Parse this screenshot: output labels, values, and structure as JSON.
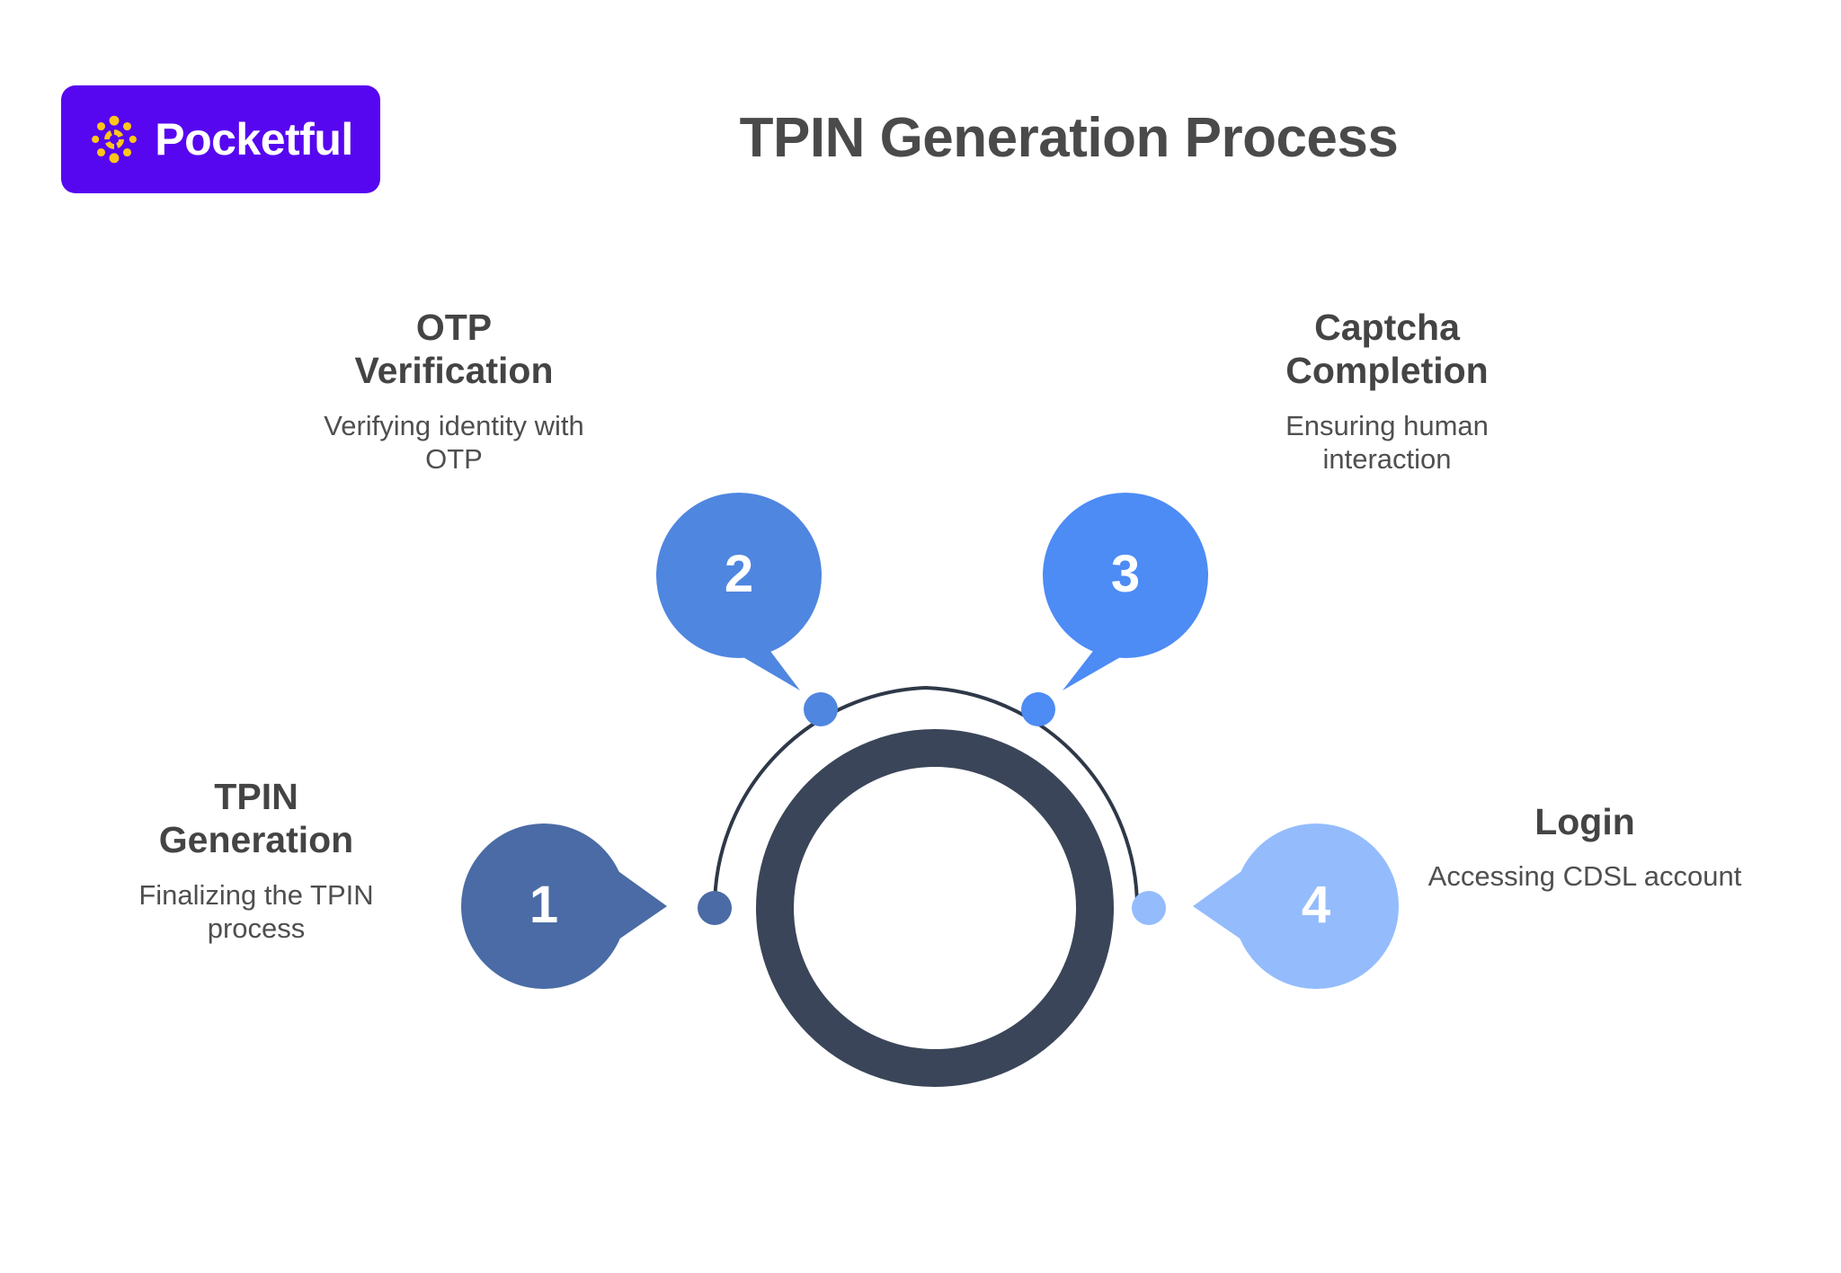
{
  "brand": {
    "name": "Pocketful",
    "badge_color": "#5706f0",
    "mark_color": "#ffc61a",
    "text_color": "#ffffff",
    "logo_icon": "pocketful-pinwheel-icon"
  },
  "header": {
    "title": "TPIN Generation Process",
    "title_color": "#4a4a4a"
  },
  "diagram": {
    "type": "circular-process",
    "ring_color": "#3a4559",
    "arc_color": "#2e3848",
    "steps": [
      {
        "number": "1",
        "title": "TPIN\nGeneration",
        "title_line1": "TPIN",
        "title_line2": "Generation",
        "description": "Finalizing the TPIN process",
        "color": "#4a6ba5",
        "position": "bottom-left"
      },
      {
        "number": "2",
        "title": "OTP\nVerification",
        "title_line1": "OTP",
        "title_line2": "Verification",
        "description": "Verifying identity with OTP",
        "color": "#4f86e0",
        "position": "top-left"
      },
      {
        "number": "3",
        "title": "Captcha\nCompletion",
        "title_line1": "Captcha",
        "title_line2": "Completion",
        "description": "Ensuring human interaction",
        "color": "#4d8bf5",
        "position": "top-right"
      },
      {
        "number": "4",
        "title": "Login",
        "title_line1": "Login",
        "title_line2": "",
        "description": "Accessing CDSL account",
        "color": "#94bcfc",
        "position": "bottom-right"
      }
    ]
  }
}
